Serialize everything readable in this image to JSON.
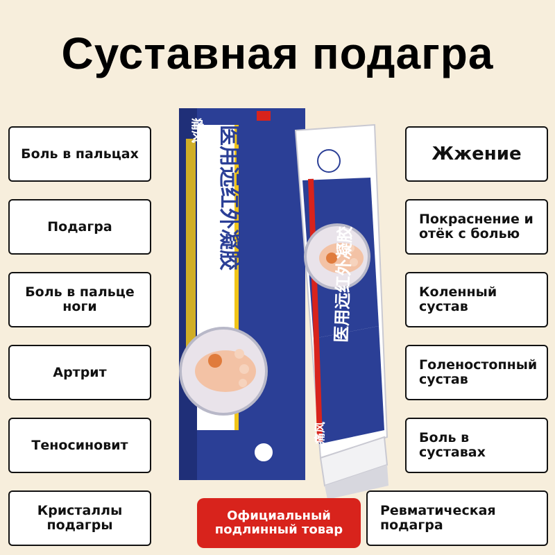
{
  "title": "Суставная подагра",
  "left_labels": [
    "Боль в пальцах",
    "Подагра",
    "Боль в пальце ноги",
    "Артрит",
    "Теносиновит",
    "Кристаллы подагры"
  ],
  "right_labels": [
    "Жжение",
    "Покраснение и отёк с болью",
    "Коленный сустав",
    "Голеностопный сустав",
    "Боль в суставах",
    "Ревматическая подагра"
  ],
  "badge": "Официальный подлинный товар",
  "product": {
    "name_cn": "医用远红外凝胶",
    "small_cn_box": "痛风",
    "small_cn_tube": "痛风",
    "colors": {
      "blue": "#2b3f96",
      "red": "#d8231c",
      "white": "#ffffff"
    }
  }
}
